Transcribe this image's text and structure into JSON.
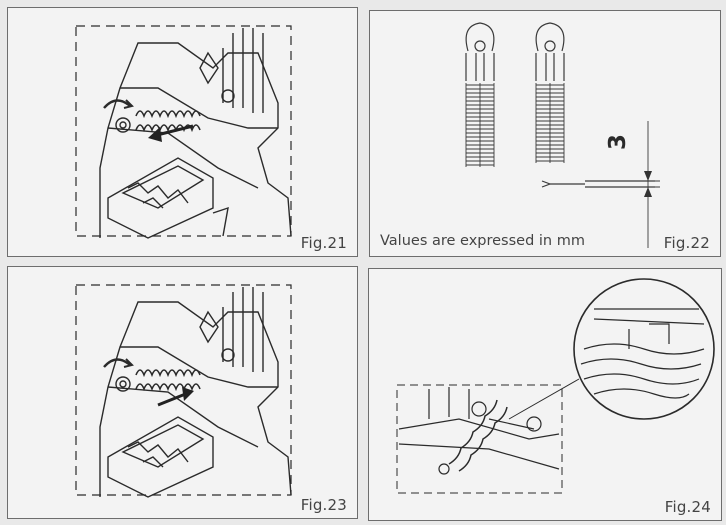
{
  "figures": [
    {
      "id": "fig21",
      "label": "Fig.21"
    },
    {
      "id": "fig22",
      "label": "Fig.22",
      "caption": "Values are expressed in mm",
      "dimension": "3"
    },
    {
      "id": "fig23",
      "label": "Fig.23"
    },
    {
      "id": "fig24",
      "label": "Fig.24"
    }
  ],
  "colors": {
    "line": "#2b2b2b",
    "panel": "#f3f3f3",
    "border": "#6d6d6d"
  }
}
